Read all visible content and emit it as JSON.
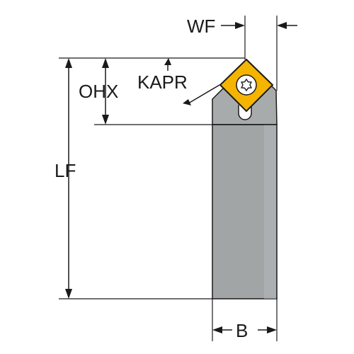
{
  "labels": {
    "wf": "WF",
    "ohx": "OHX",
    "kapr": "KAPR",
    "lf": "LF",
    "b": "B"
  },
  "colors": {
    "shank": "#a1a5a6",
    "shank_shade": "#b4b8b9",
    "clamp": "#a7abac",
    "insert": "#f4b400",
    "insert_outline": "#1a1a1a",
    "screw": "#ffffff",
    "lines": "#1a1a1a"
  },
  "icons": {
    "screw": "torx-screw-icon"
  }
}
